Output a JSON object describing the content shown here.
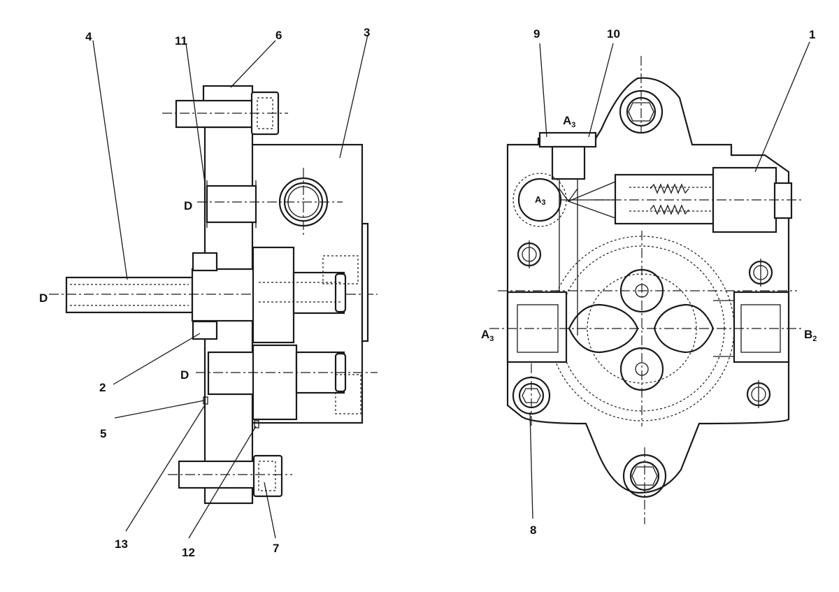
{
  "views": {
    "left": {
      "callouts": [
        "1",
        "2",
        "3",
        "4",
        "5",
        "6",
        "7",
        "8",
        "9",
        "10",
        "11",
        "12",
        "13"
      ],
      "section_marks": [
        "D",
        "D",
        "D"
      ]
    },
    "right": {
      "port_labels": {
        "a3_top": {
          "main": "A",
          "sub": "3"
        },
        "a3_side": {
          "main": "A",
          "sub": "3"
        },
        "a3_circle": {
          "main": "A",
          "sub": "3"
        },
        "b2": {
          "main": "B",
          "sub": "2"
        }
      }
    }
  },
  "colors": {
    "ink": "#1a1a1a",
    "paper": "#ffffff"
  }
}
